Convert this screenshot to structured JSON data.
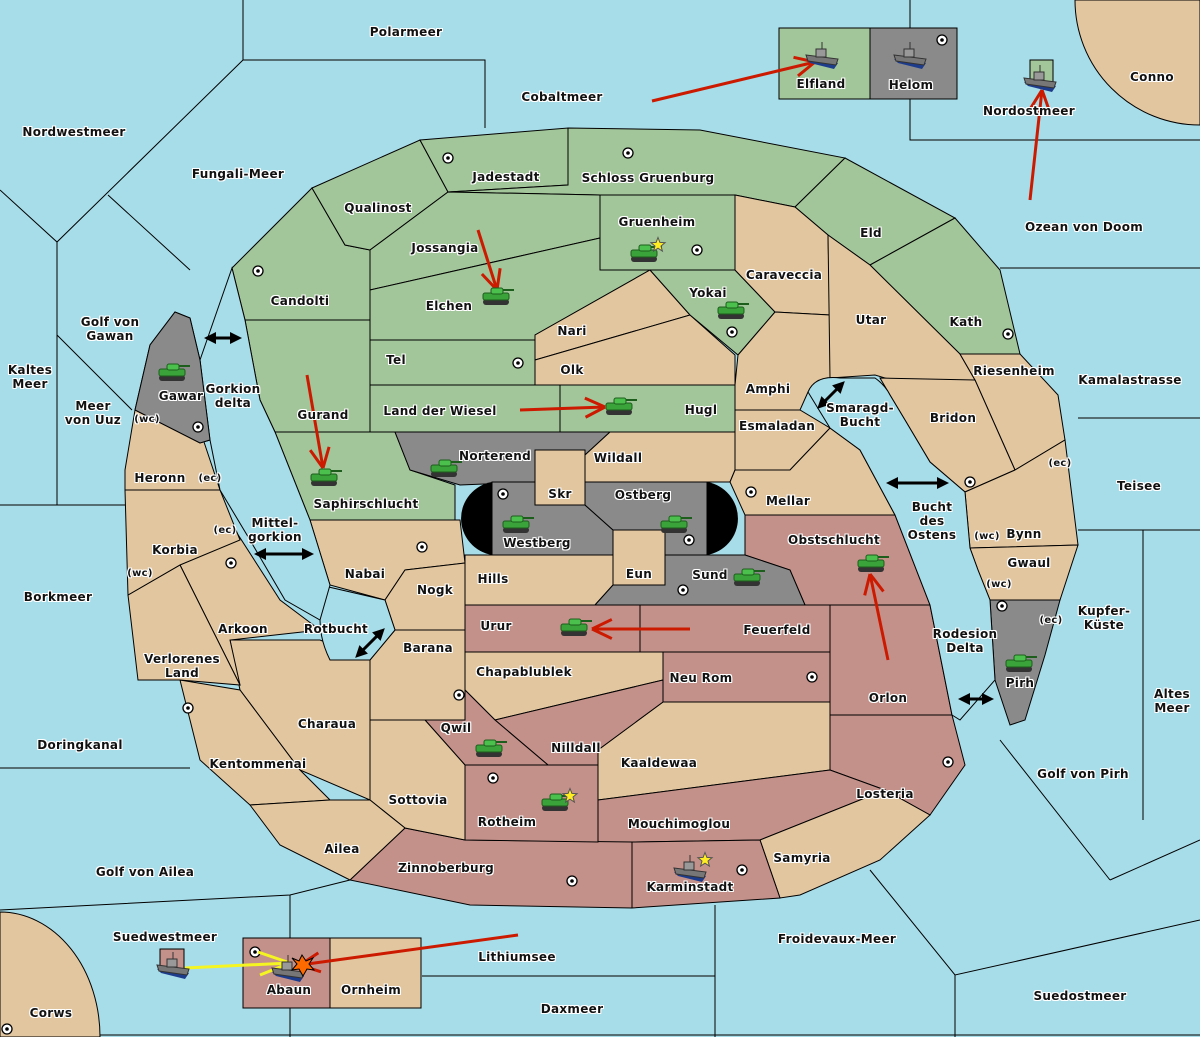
{
  "colors": {
    "sea": "#a7dce9",
    "green": "#a2c59a",
    "tan": "#e2c69f",
    "red": "#c4918a",
    "gray": "#8a8a8a",
    "neutral_corner": "#e2c69f",
    "move_arrow": "#cc1a00",
    "support_arrow": "#f5f522",
    "star": "#ffee22"
  },
  "sea_regions": [
    "Polarmeer",
    "Cobaltmeer",
    "Nordwestmeer",
    "Fungali-Meer",
    "Golf von\nGawan",
    "Kaltes\nMeer",
    "Meer\nvon Uuz",
    "Gorkion\ndelta",
    "Mittel-\ngorkion",
    "Borkmeer",
    "Doringkanal",
    "Golf von Ailea",
    "Suedwestmeer",
    "Lithiumsee",
    "Daxmeer",
    "Froidevaux-Meer",
    "Suedostmeer",
    "Golf von Pirh",
    "Altes\nMeer",
    "Kupfer-\nKüste",
    "Rodesion\nDelta",
    "Teisee",
    "Bucht\ndes\nOstens",
    "Kamalastrasse",
    "Ozean von Doom",
    "Nordostmeer",
    "Smaragd-\nBucht",
    "Rotbucht"
  ],
  "land_regions": [
    {
      "name": "Jadestadt",
      "owner": "green"
    },
    {
      "name": "Schloss Gruenburg",
      "owner": "green"
    },
    {
      "name": "Qualinost",
      "owner": "green"
    },
    {
      "name": "Gruenheim",
      "owner": "green"
    },
    {
      "name": "Eld",
      "owner": "green"
    },
    {
      "name": "Jossangia",
      "owner": "green"
    },
    {
      "name": "Caraveccia",
      "owner": "tan"
    },
    {
      "name": "Candolti",
      "owner": "green"
    },
    {
      "name": "Yokai",
      "owner": "green"
    },
    {
      "name": "Elchen",
      "owner": "green"
    },
    {
      "name": "Utar",
      "owner": "tan"
    },
    {
      "name": "Kath",
      "owner": "green"
    },
    {
      "name": "Nari",
      "owner": "tan"
    },
    {
      "name": "Tel",
      "owner": "green"
    },
    {
      "name": "Olk",
      "owner": "tan"
    },
    {
      "name": "Riesenheim",
      "owner": "tan"
    },
    {
      "name": "Amphi",
      "owner": "tan"
    },
    {
      "name": "Gawar",
      "owner": "gray"
    },
    {
      "name": "Land der Wiesel",
      "owner": "green"
    },
    {
      "name": "Hugl",
      "owner": "green"
    },
    {
      "name": "Gurand",
      "owner": "green"
    },
    {
      "name": "Bridon",
      "owner": "tan"
    },
    {
      "name": "Esmaladan",
      "owner": "tan"
    },
    {
      "name": "Norterend",
      "owner": "gray"
    },
    {
      "name": "Wildall",
      "owner": "tan"
    },
    {
      "name": "Heronn",
      "owner": "tan"
    },
    {
      "name": "Skr",
      "owner": "tan"
    },
    {
      "name": "Ostberg",
      "owner": "gray"
    },
    {
      "name": "Mellar",
      "owner": "tan"
    },
    {
      "name": "Saphirschlucht",
      "owner": "green"
    },
    {
      "name": "Westberg",
      "owner": "gray"
    },
    {
      "name": "Obstschlucht",
      "owner": "red"
    },
    {
      "name": "Bynn",
      "owner": "tan"
    },
    {
      "name": "Korbia",
      "owner": "tan"
    },
    {
      "name": "Gwaul",
      "owner": "tan"
    },
    {
      "name": "Eun",
      "owner": "tan"
    },
    {
      "name": "Sund",
      "owner": "gray"
    },
    {
      "name": "Nabai",
      "owner": "tan"
    },
    {
      "name": "Hills",
      "owner": "tan"
    },
    {
      "name": "Nogk",
      "owner": "tan"
    },
    {
      "name": "Urur",
      "owner": "red"
    },
    {
      "name": "Feuerfeld",
      "owner": "red"
    },
    {
      "name": "Arkoon",
      "owner": "tan"
    },
    {
      "name": "Barana",
      "owner": "tan"
    },
    {
      "name": "Verlorenes\nLand",
      "owner": "tan"
    },
    {
      "name": "Chapablublek",
      "owner": "tan"
    },
    {
      "name": "Neu Rom",
      "owner": "red"
    },
    {
      "name": "Pirh",
      "owner": "gray"
    },
    {
      "name": "Orlon",
      "owner": "red"
    },
    {
      "name": "Charaua",
      "owner": "tan"
    },
    {
      "name": "Qwil",
      "owner": "red"
    },
    {
      "name": "Nilldall",
      "owner": "red"
    },
    {
      "name": "Kaaldewaa",
      "owner": "tan"
    },
    {
      "name": "Kentommenai",
      "owner": "tan"
    },
    {
      "name": "Losteria",
      "owner": "red"
    },
    {
      "name": "Sottovia",
      "owner": "tan"
    },
    {
      "name": "Rotheim",
      "owner": "red"
    },
    {
      "name": "Mouchimoglou",
      "owner": "red"
    },
    {
      "name": "Ailea",
      "owner": "tan"
    },
    {
      "name": "Samyria",
      "owner": "tan"
    },
    {
      "name": "Zinnoberburg",
      "owner": "red"
    },
    {
      "name": "Karminstadt",
      "owner": "red"
    },
    {
      "name": "Abaun",
      "owner": "red"
    },
    {
      "name": "Ornheim",
      "owner": "tan"
    },
    {
      "name": "Elfland",
      "owner": "green"
    },
    {
      "name": "Helom",
      "owner": "gray"
    },
    {
      "name": "Conno",
      "owner": "tan"
    },
    {
      "name": "Corws",
      "owner": "tan"
    }
  ],
  "coast_labels": [
    "(wc)",
    "(ec)",
    "(ec)",
    "(wc)",
    "(ec)",
    "(wc)",
    "(wc)",
    "(ec)"
  ],
  "units": [
    {
      "type": "army",
      "province": "Gruenheim",
      "color": "green"
    },
    {
      "type": "army",
      "province": "Elchen",
      "color": "green"
    },
    {
      "type": "army",
      "province": "Yokai",
      "color": "green"
    },
    {
      "type": "army",
      "province": "Gawar",
      "color": "green"
    },
    {
      "type": "army",
      "province": "Hugl",
      "color": "green"
    },
    {
      "type": "army",
      "province": "Saphirschlucht",
      "color": "green"
    },
    {
      "type": "army",
      "province": "Norterend",
      "color": "green"
    },
    {
      "type": "army",
      "province": "Westberg",
      "color": "green"
    },
    {
      "type": "army",
      "province": "Ostberg",
      "color": "green"
    },
    {
      "type": "army",
      "province": "Sund",
      "color": "green"
    },
    {
      "type": "army",
      "province": "Obstschlucht",
      "color": "green"
    },
    {
      "type": "army",
      "province": "Urur",
      "color": "green"
    },
    {
      "type": "army",
      "province": "Qwil",
      "color": "green"
    },
    {
      "type": "army",
      "province": "Rotheim",
      "color": "green"
    },
    {
      "type": "army",
      "province": "Pirh",
      "color": "green"
    },
    {
      "type": "fleet",
      "province": "Elfland",
      "color": "gray"
    },
    {
      "type": "fleet",
      "province": "Helom",
      "color": "gray"
    },
    {
      "type": "fleet",
      "province": "Nordostmeer",
      "color": "gray"
    },
    {
      "type": "fleet",
      "province": "Karminstadt",
      "color": "gray"
    },
    {
      "type": "fleet",
      "province": "Abaun",
      "color": "gray"
    },
    {
      "type": "fleet",
      "province": "Suedwestmeer",
      "color": "gray"
    }
  ],
  "stars": [
    "Gruenheim",
    "Rotheim",
    "Karminstadt"
  ],
  "dislodged_marker": "Abaun"
}
